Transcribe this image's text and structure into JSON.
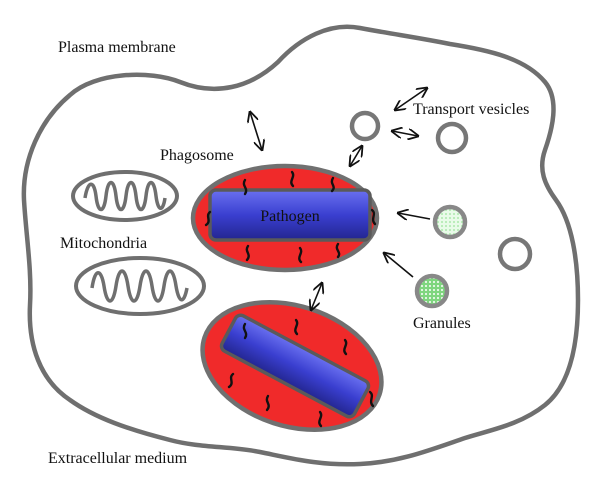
{
  "labels": {
    "plasma_membrane": "Plasma membrane",
    "phagosome": "Phagosome",
    "pathogen": "Pathogen",
    "mitochondria": "Mitochondria",
    "transport_vesicles": "Transport vesicles",
    "granules": "Granules",
    "extracellular_medium": "Extracellular medium"
  },
  "colors": {
    "membrane": "#6f6f6f",
    "phagosome_fill": "#f02a2a",
    "pathogen_fill": "#3a3fd0",
    "granule_fill": "#8fe08f",
    "vesicle_fill": "#ffffff",
    "arrow": "#111111"
  }
}
